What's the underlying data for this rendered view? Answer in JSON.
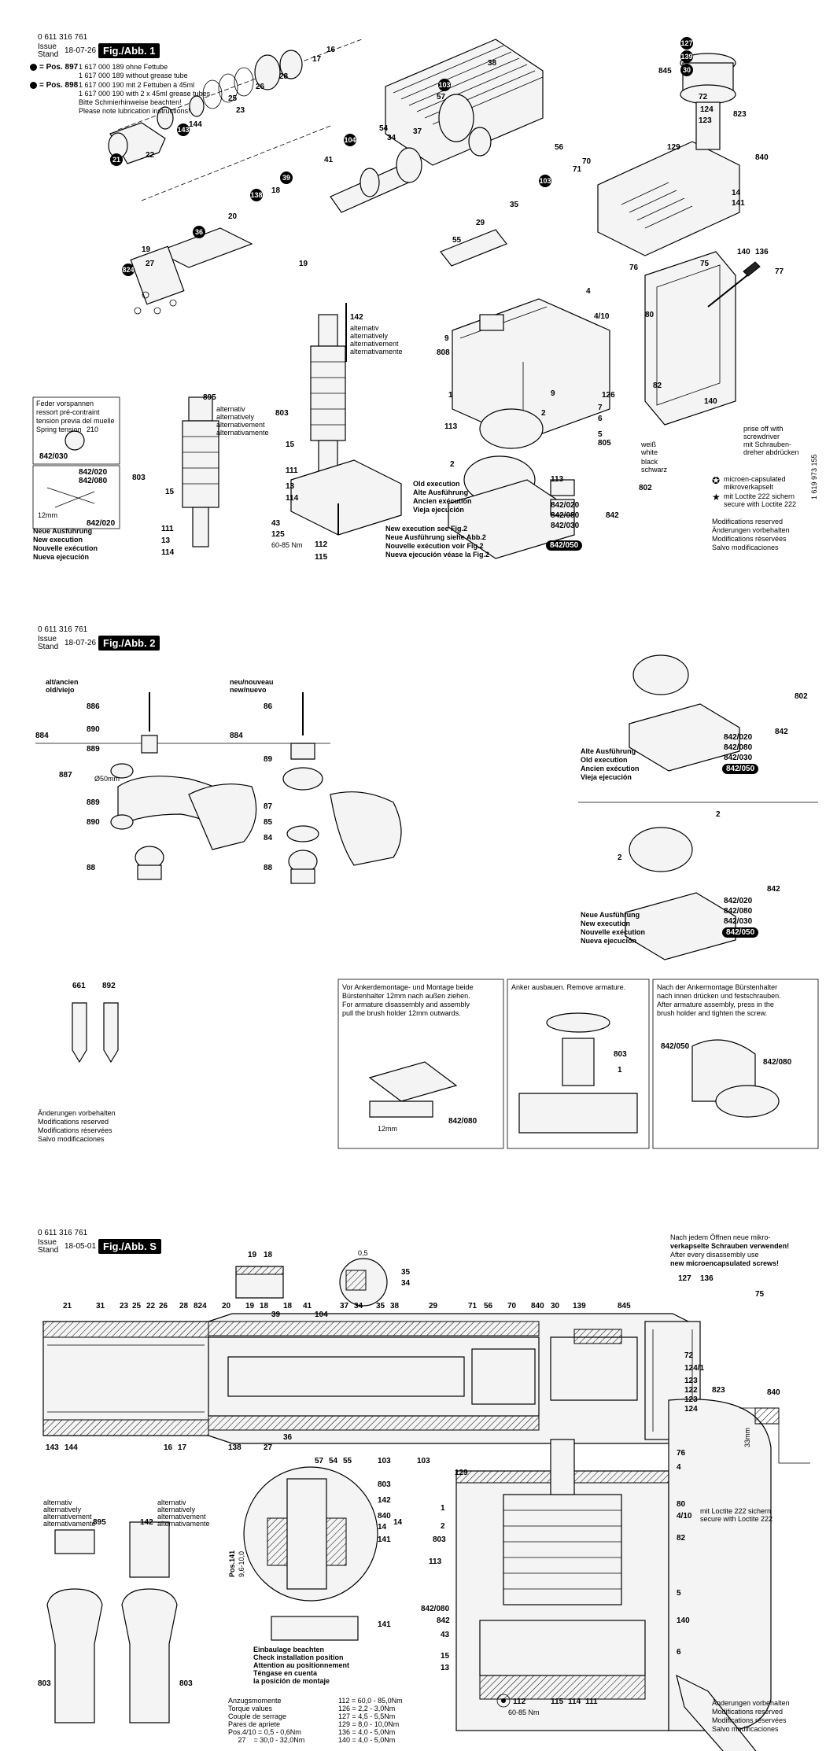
{
  "part_number": "0 611 316 761",
  "issue_label": "Issue",
  "stand_label": "Stand",
  "fig1": {
    "date": "18-07-26",
    "tag": "Fig./Abb. 1",
    "pos897_label": "= Pos. 897",
    "pos897_lines": [
      "1 617 000 189 ohne Fettube",
      "1 617 000 189 without grease tube"
    ],
    "pos898_label": "= Pos. 898",
    "pos898_lines": [
      "1 617 000 190 mit 2 Fettuben à 45ml",
      "1 617 000 190 with 2 x 45ml grease tubes",
      "Bitte Schmierhinweise beachten!",
      "Please note lubrication instructions!"
    ],
    "spring_box": [
      "Feder vorspannen",
      "ressort pré-contraint",
      "tension previa del muelle",
      "Spring tension"
    ],
    "spring_code": "842/030",
    "spring_num": "210",
    "alt_lines": [
      "alternativ",
      "alternatively",
      "alternativement",
      "alternativamente"
    ],
    "neue_lines": [
      "Neue Ausführung",
      "New execution",
      "Nouvelle exécution",
      "Nueva ejecución"
    ],
    "old_lines": [
      "Old execution",
      "Alte Ausführung",
      "Ancien exécution",
      "Vieja ejecución"
    ],
    "newfig2_lines": [
      "New execution see Fig.2",
      "Neue Ausführung siehe Abb.2",
      "Nouvelle exécution voir Fig.2",
      "Nueva ejecución véase la Fig.2"
    ],
    "legend_micro": [
      "microen-capsulated",
      "mikroverkapselt"
    ],
    "legend_loctite": [
      "mit Loctite 222 sichern",
      "secure with Loctite 222"
    ],
    "prise_lines": [
      "prise off with",
      "screwdriver",
      "mit Schrauben-",
      "dreher abdrücken"
    ],
    "white_lines": [
      "weiß",
      "white"
    ],
    "black_lines": [
      "black",
      "schwarz"
    ],
    "mods": [
      "Modifications reserved",
      "Änderungen vorbehalten",
      "Modifications réservées",
      "Salvo modificaciones"
    ],
    "side_code": "1 619 973 155",
    "torque": "60-85 Nm",
    "dim_12": "12mm"
  },
  "fig1_labels": [
    {
      "t": "16"
    },
    {
      "t": "17"
    },
    {
      "t": "28"
    },
    {
      "t": "26"
    },
    {
      "t": "25"
    },
    {
      "t": "23"
    },
    {
      "t": "144"
    },
    {
      "t": "22"
    },
    {
      "t": "38"
    },
    {
      "t": "57"
    },
    {
      "t": "54"
    },
    {
      "t": "34"
    },
    {
      "t": "37"
    },
    {
      "t": "41"
    },
    {
      "t": "18"
    },
    {
      "t": "20"
    },
    {
      "t": "27"
    },
    {
      "t": "19"
    },
    {
      "t": "19"
    },
    {
      "t": "56"
    },
    {
      "t": "71"
    },
    {
      "t": "70"
    },
    {
      "t": "35"
    },
    {
      "t": "29"
    },
    {
      "t": "55"
    },
    {
      "t": "845"
    },
    {
      "t": "72"
    },
    {
      "t": "124"
    },
    {
      "t": "123"
    },
    {
      "t": "823"
    },
    {
      "t": "129"
    },
    {
      "t": "840"
    },
    {
      "t": "14"
    },
    {
      "t": "141"
    },
    {
      "t": "140"
    },
    {
      "t": "136"
    },
    {
      "t": "75"
    },
    {
      "t": "77"
    },
    {
      "t": "76"
    },
    {
      "t": "4"
    },
    {
      "t": "4/10"
    },
    {
      "t": "80"
    },
    {
      "t": "9"
    },
    {
      "t": "808"
    },
    {
      "t": "1"
    },
    {
      "t": "9"
    },
    {
      "t": "126"
    },
    {
      "t": "7"
    },
    {
      "t": "6"
    },
    {
      "t": "5"
    },
    {
      "t": "805"
    },
    {
      "t": "82"
    },
    {
      "t": "140"
    },
    {
      "t": "113"
    },
    {
      "t": "2"
    },
    {
      "t": "2"
    },
    {
      "t": "113"
    },
    {
      "t": "802"
    },
    {
      "t": "842/020"
    },
    {
      "t": "842/080"
    },
    {
      "t": "842/030"
    },
    {
      "t": "842"
    },
    {
      "t": "142"
    },
    {
      "t": "803"
    },
    {
      "t": "15"
    },
    {
      "t": "111"
    },
    {
      "t": "13"
    },
    {
      "t": "114"
    },
    {
      "t": "43"
    },
    {
      "t": "125"
    },
    {
      "t": "112"
    },
    {
      "t": "115"
    },
    {
      "t": "895"
    },
    {
      "t": "803"
    },
    {
      "t": "15"
    },
    {
      "t": "111"
    },
    {
      "t": "13"
    },
    {
      "t": "114"
    },
    {
      "t": "842/020"
    },
    {
      "t": "842/080"
    },
    {
      "t": "842/020"
    }
  ],
  "fig1_dots": [
    "21",
    "143",
    "104",
    "103",
    "39",
    "138",
    "36",
    "824",
    "127",
    "139",
    "30",
    "103"
  ],
  "fig1_pill": "842/050",
  "fig2": {
    "date": "18-07-26",
    "tag": "Fig./Abb. 2",
    "old_hdr": [
      "alt/ancien",
      "old/viejo"
    ],
    "new_hdr": [
      "neu/nouveau",
      "new/nuevo"
    ],
    "dia": "Ø50mm",
    "old_labels": [
      "886",
      "890",
      "889",
      "887",
      "889",
      "890",
      "88",
      "884"
    ],
    "new_labels": [
      "86",
      "89",
      "87",
      "85",
      "84",
      "88",
      "884"
    ],
    "old_exec": [
      "Alte Ausführung",
      "Old execution",
      "Ancien exécution",
      "Vieja ejecución"
    ],
    "new_exec": [
      "Neue Ausführung",
      "New execution",
      "Nouvelle exécution",
      "Nueva ejecución"
    ],
    "codes_top": [
      "842/020",
      "842/080",
      "842/030"
    ],
    "codes_bot": [
      "842/020",
      "842/080",
      "842/030"
    ],
    "pill": "842/050",
    "n802": "802",
    "n842a": "842",
    "n842b": "842",
    "n2a": "2",
    "n2b": "2",
    "extras": [
      "661",
      "892"
    ],
    "mods": [
      "Änderungen vorbehalten",
      "Modifications reserved",
      "Modifications réservées",
      "Salvo modificaciones"
    ],
    "box1": [
      "Vor Ankerdemontage- und Montage beide",
      "Bürstenhalter 12mm nach außen ziehen.",
      "For armature disassembly and assembly",
      "pull the brush holder 12mm outwards."
    ],
    "box1_code": "842/080",
    "box1_dim": "12mm",
    "box2": [
      "Anker ausbauen. Remove armature."
    ],
    "box2_labels": [
      "803",
      "1"
    ],
    "box3": [
      "Nach der Ankermontage Bürstenhalter",
      "nach innen drücken und festschrauben.",
      "After armature assembly, press in the",
      "brush holder and tighten the screw."
    ],
    "box3_codes": [
      "842/050",
      "842/080"
    ]
  },
  "figS": {
    "date": "18-05-01",
    "tag": "Fig./Abb. S",
    "dim05": "0,5",
    "n35": "35",
    "n34": "34",
    "n1918a": "19",
    "n1918b": "18",
    "note": [
      "Nach jedem Öffnen neue mikro-",
      "verkapselte Schrauben verwenden!",
      "After every disassembly use",
      "new microencapsulated screws!"
    ],
    "top_labels": [
      "21",
      "31",
      "23",
      "25",
      "22",
      "26",
      "28",
      "824",
      "20",
      "19",
      "18",
      "39",
      "18",
      "41",
      "104",
      "37",
      "34",
      "35",
      "38",
      "29",
      "71",
      "56",
      "70",
      "840",
      "30",
      "139",
      "845",
      "127",
      "136",
      "75"
    ],
    "right_labels": [
      "72",
      "124/1",
      "123",
      "122",
      "123",
      "124",
      "823",
      "840",
      "76",
      "4",
      "80",
      "4/10",
      "82",
      "5",
      "140",
      "6"
    ],
    "bottom_labels": [
      "143",
      "144",
      "16",
      "17",
      "138",
      "27",
      "36",
      "57",
      "54",
      "55",
      "103",
      "103",
      "129"
    ],
    "left_labels": [
      "1",
      "2",
      "803",
      "113",
      "842/080",
      "842",
      "43",
      "15",
      "13"
    ],
    "loctite": [
      "mit Loctite 222 sichern",
      "secure with Loctite 222"
    ],
    "dim33": "33mm",
    "alt_lines": [
      "alternativ",
      "alternatively",
      "alternativement",
      "alternativamente"
    ],
    "n895": "895",
    "n142": "142",
    "n803a": "803",
    "n803b": "803",
    "detail_labels": [
      "803",
      "142",
      "840",
      "14",
      "141",
      "14",
      "141"
    ],
    "pos141": [
      "Pos.141",
      "9,6-10,0"
    ],
    "install": [
      "Einbaulage beachten",
      "Check installation position",
      "Attention au positionnement",
      "Téngase en cuenta",
      "la posición de montaje"
    ],
    "torque_hdr": [
      "Anzugsmomente",
      "Torque values",
      "Couple de serrage",
      "Pares de apriete",
      "Pos.4/10  =  0,5 -  0,6Nm",
      "     27    = 30,0 - 32,0Nm"
    ],
    "torque_right": [
      "112  = 60,0 - 85,0Nm",
      "126  =  2,2 -  3,0Nm",
      "127  =  4,5 -  5,5Nm",
      "129  =  8,0 - 10,0Nm",
      "136  =  4,0 -  5,0Nm",
      "140  =  4,0 -  5,0Nm"
    ],
    "bottom_parts": [
      "112",
      "60-85 Nm",
      "115",
      "114",
      "111"
    ],
    "mods": [
      "Änderungen vorbehalten",
      "Modifications reserved",
      "Modifications réservées",
      "Salvo modificaciones"
    ]
  }
}
